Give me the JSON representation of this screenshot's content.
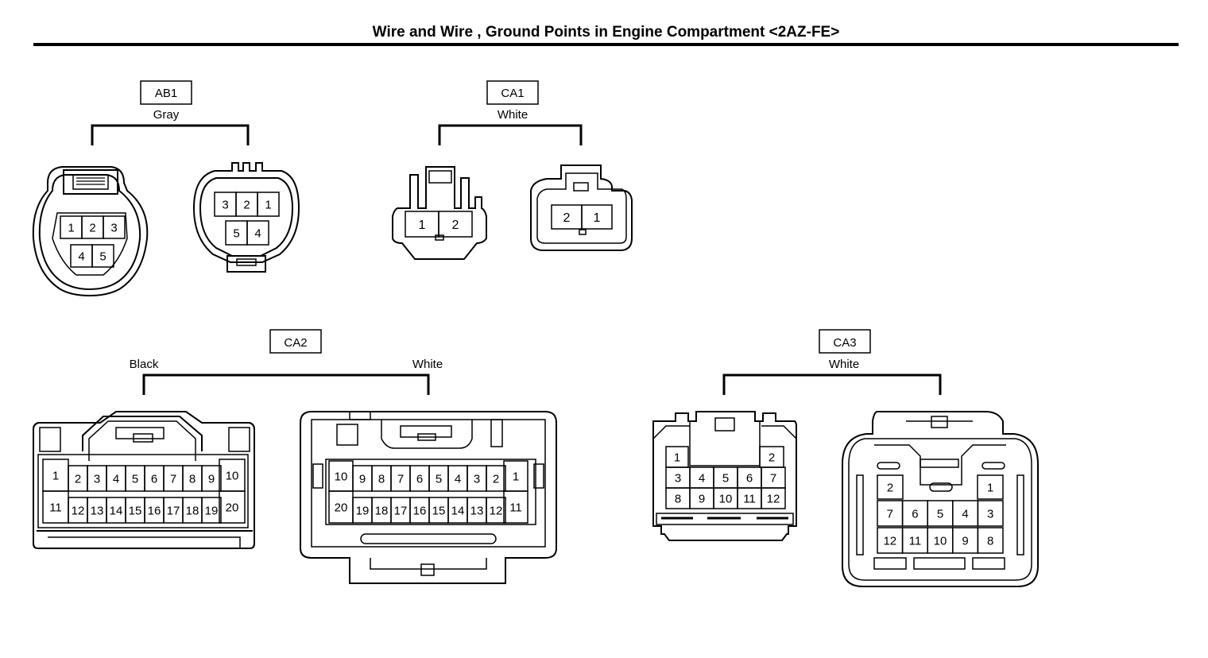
{
  "title": "Wire and Wire , Ground Points in Engine Compartment <2AZ-FE>",
  "connectors": {
    "ab1": {
      "code": "AB1",
      "color": "Gray",
      "left_pins": [
        "1",
        "2",
        "3",
        "4",
        "5"
      ],
      "right_pins": [
        "3",
        "2",
        "1",
        "5",
        "4"
      ]
    },
    "ca1": {
      "code": "CA1",
      "color": "White",
      "left_pins": [
        "1",
        "2"
      ],
      "right_pins": [
        "2",
        "1"
      ]
    },
    "ca2": {
      "code": "CA2",
      "left_color": "Black",
      "right_color": "White",
      "left_pins": [
        "1",
        "2",
        "3",
        "4",
        "5",
        "6",
        "7",
        "8",
        "9",
        "10",
        "11",
        "12",
        "13",
        "14",
        "15",
        "16",
        "17",
        "18",
        "19",
        "20"
      ],
      "right_pins": [
        "10",
        "9",
        "8",
        "7",
        "6",
        "5",
        "4",
        "3",
        "2",
        "1",
        "20",
        "19",
        "18",
        "17",
        "16",
        "15",
        "14",
        "13",
        "12",
        "11"
      ]
    },
    "ca3": {
      "code": "CA3",
      "color": "White",
      "left_pins": [
        "1",
        "2",
        "3",
        "4",
        "5",
        "6",
        "7",
        "8",
        "9",
        "10",
        "11",
        "12"
      ],
      "right_pins": [
        "2",
        "1",
        "7",
        "6",
        "5",
        "4",
        "3",
        "12",
        "11",
        "10",
        "9",
        "8"
      ]
    }
  }
}
